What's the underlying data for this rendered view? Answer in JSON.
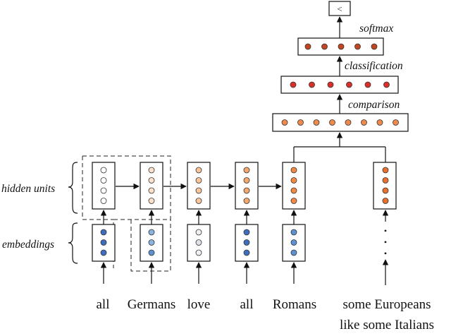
{
  "labels": {
    "hidden_units": "hidden units",
    "embeddings": "embeddings",
    "softmax": "softmax",
    "classification": "classification",
    "comparison": "comparison",
    "output_symbol": "<",
    "ellipsis_dots": [
      "•",
      "•",
      "•"
    ]
  },
  "words": {
    "w0": "all",
    "w1": "Germans",
    "w2": "love",
    "w3": "all",
    "w4": "Romans",
    "w5_line1": "some Europeans",
    "w5_line2": "like some Italians"
  },
  "node_counts": {
    "hidden": 4,
    "embedding": 3,
    "comparison": 8,
    "classification": 6,
    "softmax": 5
  },
  "colors": {
    "hidden_column_fills": [
      "#ffffff",
      "#fbe0cb",
      "#f9c69c",
      "#f6a86c",
      "#f28a44",
      "#e9702c"
    ],
    "embedding_column_fills": [
      [
        "#3e6fbf",
        "#3e6fbf",
        "#3e6fbf"
      ],
      [
        "#8ab3e0",
        "#8ab3e0",
        "#5c92d1"
      ],
      [
        "#eef0f4",
        "#dde2ea",
        "#eef0f4"
      ],
      [
        "#3e6fbf",
        "#3e6fbf",
        "#3e6fbf"
      ],
      [
        "#5c92d1",
        "#5c92d1",
        "#5c92d1"
      ]
    ],
    "comparison": "#f08a4b",
    "classification": "#d9302c",
    "softmax": "#c0461f",
    "stroke": "#333333"
  }
}
